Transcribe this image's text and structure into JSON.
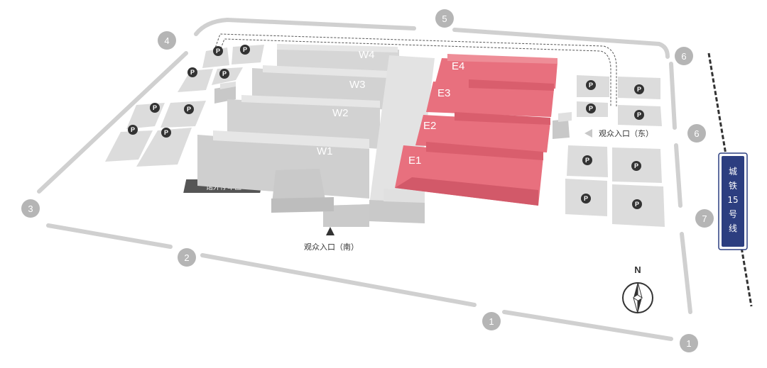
{
  "map": {
    "halls": {
      "w1": "W1",
      "w2": "W2",
      "w3": "W3",
      "w4": "W4",
      "e1": "E1",
      "e2": "E2",
      "e3": "E3",
      "e4": "E4"
    },
    "highlighted_halls": [
      "E1",
      "E2",
      "E3",
      "E4"
    ],
    "gates": [
      "1",
      "1",
      "2",
      "3",
      "4",
      "5",
      "6",
      "6",
      "7"
    ],
    "parking_symbol": "P",
    "entrance_south": "观众入口（南）",
    "entrance_east": "观众入口（东）",
    "outside_parking": "馆外停车区",
    "metro_line": [
      "城",
      "铁",
      "15",
      "号",
      "线"
    ],
    "compass": "N"
  },
  "colors": {
    "highlight_hall": "#e8707e",
    "hall_gray": "#d6d6d6",
    "road": "#d0d0d0",
    "gate_marker": "#b5b5b5",
    "parking_icon": "#333333",
    "metro_badge": "#2c3e80",
    "outside_parking_bar": "#555555"
  }
}
